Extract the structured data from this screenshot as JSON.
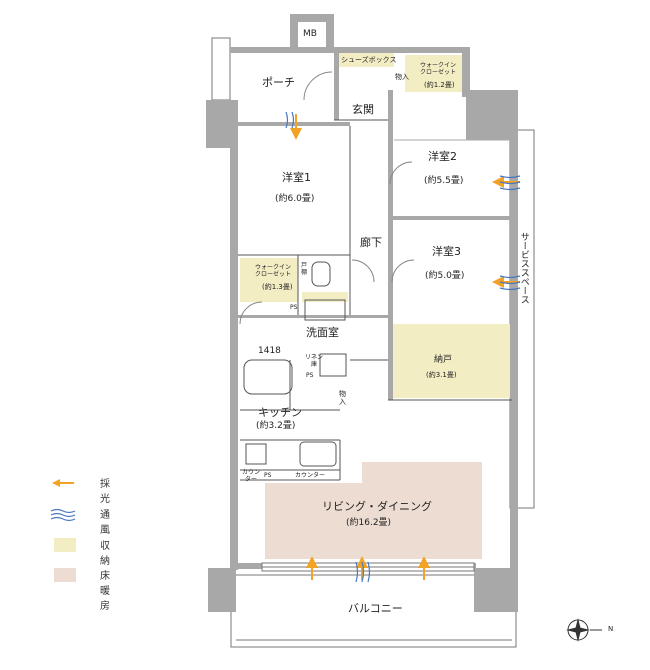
{
  "rooms": {
    "mb": "MB",
    "shoe_box": "シューズボックス",
    "storage_top": "物入",
    "wic_top_name": "ウォークイン\nクローゼット",
    "wic_top_area": "(約1.2畳)",
    "porch": "ポーチ",
    "entrance": "玄関",
    "bedroom1_name": "洋室1",
    "bedroom1_area": "(約6.0畳)",
    "bedroom2_name": "洋室2",
    "bedroom2_area": "(約5.5畳)",
    "hallway": "廊下",
    "bedroom3_name": "洋室3",
    "bedroom3_area": "(約5.0畳)",
    "wic_left_name": "ウォークイン\nクローゼット",
    "wic_left_area": "(約1.3畳)",
    "kodana": "戸\n棚",
    "ps1": "PS",
    "ps2": "PS",
    "ps3": "PS",
    "washroom": "洗面室",
    "linen": "リネン\n庫",
    "bath_size": "1418",
    "storage_kitchen": "物\n入",
    "nando_name": "納戸",
    "nando_area": "(約3.1畳)",
    "kitchen_name": "キッチン",
    "kitchen_area": "(約3.2畳)",
    "counter_small": "カウン\nター",
    "counter": "カウンター",
    "living_name": "リビング・ダイニング",
    "living_area": "(約16.2畳)",
    "service_space": "サービススペース",
    "balcony": "バルコニー",
    "compass_n": "N"
  },
  "legend": [
    {
      "icon": "light-arrow-icon",
      "label": "採　光"
    },
    {
      "icon": "ventilation-icon",
      "label": "通　風"
    },
    {
      "icon": "storage-swatch",
      "label": "収　納",
      "color": "#f3edc4"
    },
    {
      "icon": "floor-heating-swatch",
      "label": "床暖房",
      "color": "#ecdcd2"
    }
  ],
  "colors": {
    "wall": "#a8a8a8",
    "storage": "#f3edc4",
    "floor_heating": "#ecdcd2",
    "arrow": "#f2a326",
    "vent": "#4a78c0"
  }
}
